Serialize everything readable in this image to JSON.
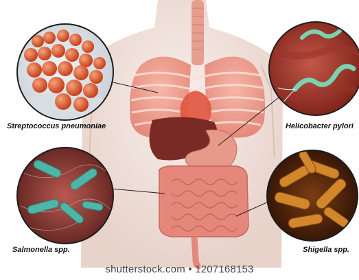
{
  "labels": {
    "top_left": "Streptococcus pneumoniae",
    "top_right": "Helicobacter pylori",
    "bottom_left": "Salmonella spp.",
    "bottom_right": "Shigella spp."
  },
  "watermark": "shutterstock.com • 1207168153",
  "colors": {
    "body_outline": "#e7d4cc",
    "organ": "#e78f86",
    "liver": "#7a2a24",
    "streptococcus": "#d9542b",
    "helicobacter": "#7ad3b0",
    "salmonella": "#4cb6a8",
    "shigella": "#d2872a"
  }
}
